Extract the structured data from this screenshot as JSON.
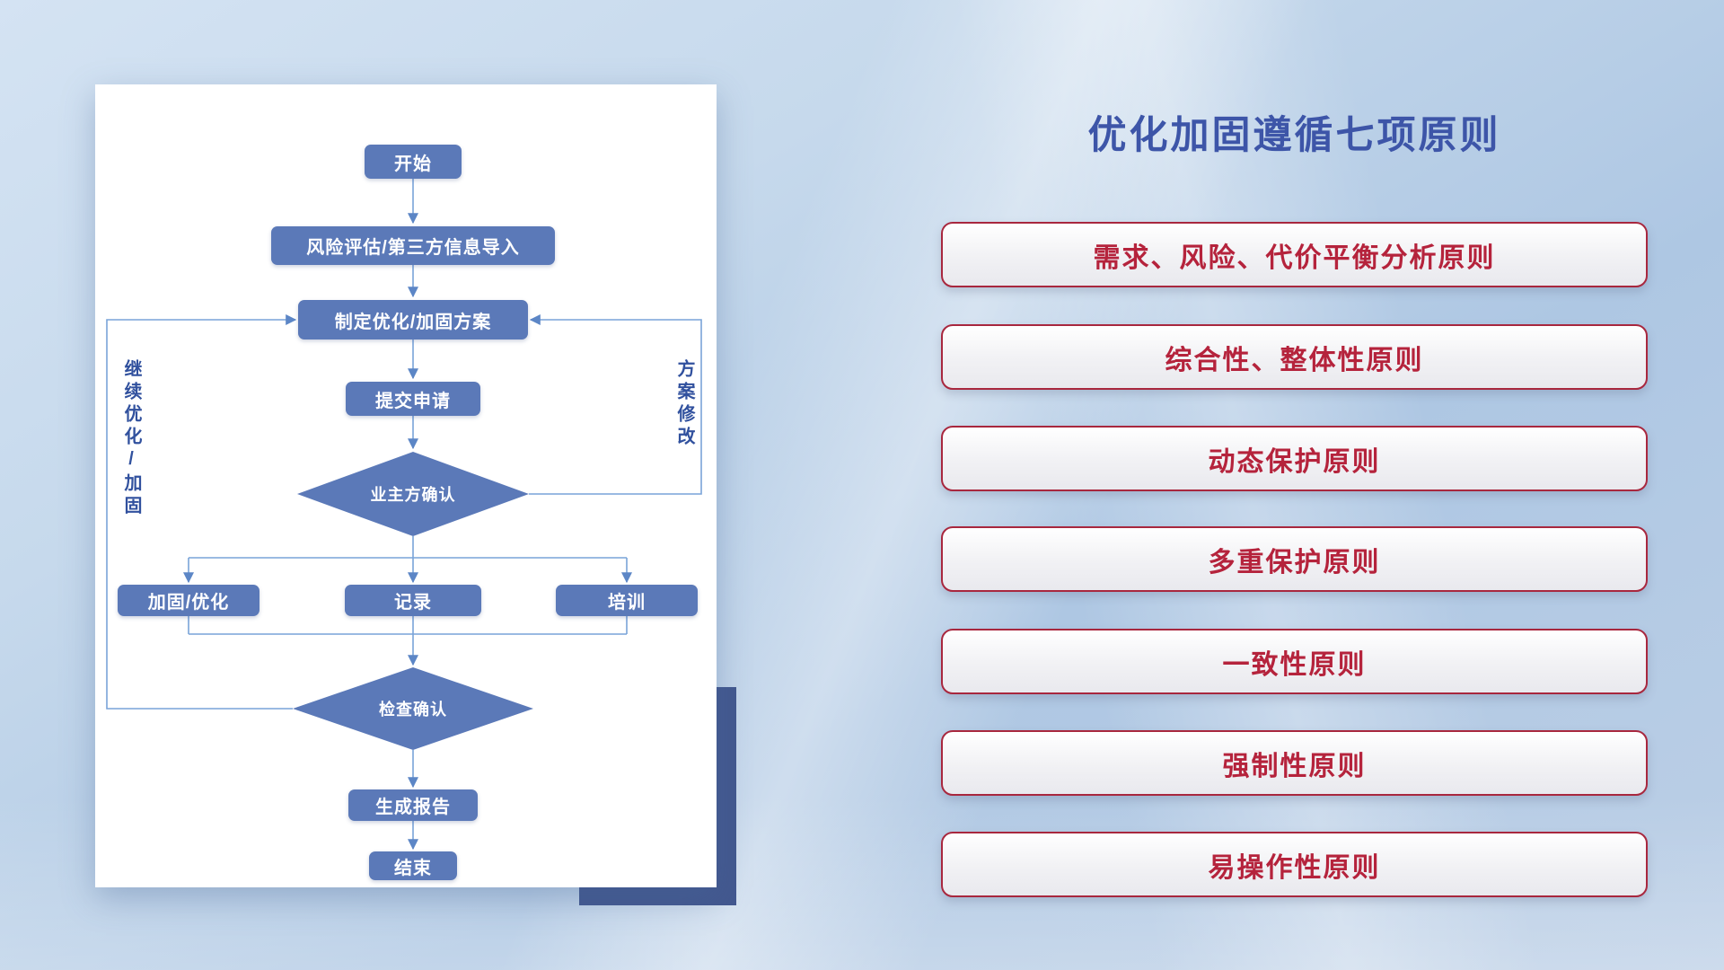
{
  "title": "优化加固遵循七项原则",
  "flowchart": {
    "nodes": {
      "start": "开始",
      "risk_import": "风险评估/第三方信息导入",
      "make_plan": "制定优化/加固方案",
      "submit": "提交申请",
      "owner_confirm": "业主方确认",
      "harden": "加固/优化",
      "record": "记录",
      "training": "培训",
      "check_confirm": "检查确认",
      "report": "生成报告",
      "end": "结束"
    },
    "labels": {
      "left_loop": "继续优化/加固",
      "right_loop": "方案修改"
    }
  },
  "principles": [
    "需求、风险、代价平衡分析原则",
    "综合性、整体性原则",
    "动态保护原则",
    "多重保护原则",
    "一致性原则",
    "强制性原则",
    "易操作性原则"
  ],
  "colors": {
    "node_fill": "#5b79b8",
    "connector_line": "#79a3d9",
    "arrowhead": "#5c86c6",
    "title_text": "#3d55a8",
    "principle_text": "#b5233c",
    "principle_border": "#a8273e",
    "shadow_rect": "#43588f"
  }
}
